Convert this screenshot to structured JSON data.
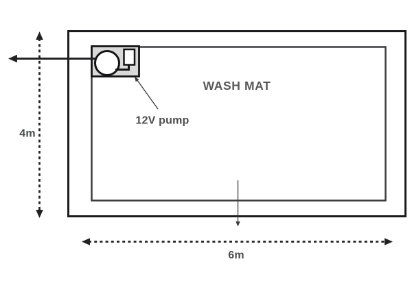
{
  "diagram": {
    "title": "WASH MAT",
    "pump_label": "12V pump",
    "height_label": "4m",
    "width_label": "6m"
  },
  "colors": {
    "background": "#ffffff",
    "outer_border": "#1b1b1d",
    "inner_border": "#3c3c3e",
    "dimension_line": "#222224",
    "hose_line": "#222224",
    "thin_line": "#3a3a3c",
    "pump_box_fill": "#d9d9d9",
    "pump_box_border": "#141416",
    "shape_fill": "#ffffff",
    "title_text": "#59595b",
    "label_text": "#4b4c4e"
  }
}
